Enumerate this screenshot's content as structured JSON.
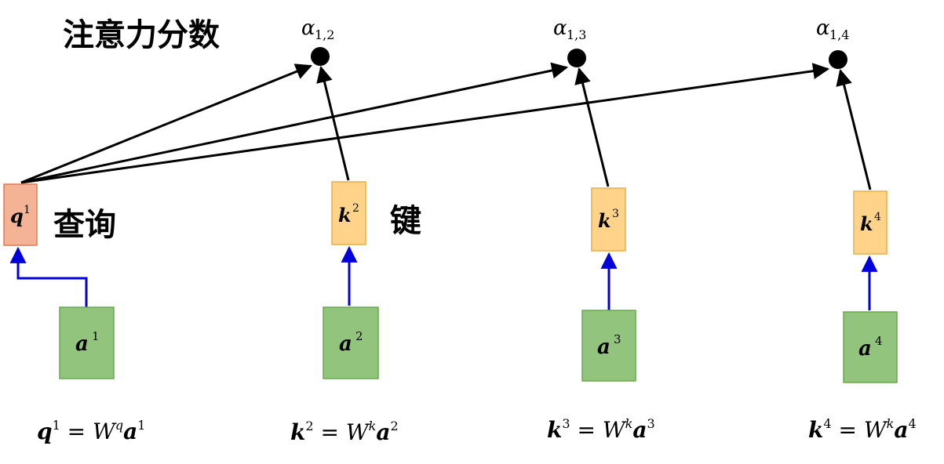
{
  "title": "注意力分数",
  "query_label": "查询",
  "key_label": "键",
  "colors": {
    "query_fill": "#f4b394",
    "query_stroke": "#e07a55",
    "key_fill": "#ffd48a",
    "key_stroke": "#e6b04a",
    "input_fill": "#93c47d",
    "input_stroke": "#6aa84f",
    "black_arrow": "#000000",
    "blue_arrow": "#0000dd"
  },
  "scores": [
    {
      "symbol": "α",
      "subscript": "1,2"
    },
    {
      "symbol": "α",
      "subscript": "1,3"
    },
    {
      "symbol": "α",
      "subscript": "1,4"
    }
  ],
  "query": {
    "symbol": "q",
    "sup": "1"
  },
  "keys": [
    {
      "symbol": "k",
      "sup": "2"
    },
    {
      "symbol": "k",
      "sup": "3"
    },
    {
      "symbol": "k",
      "sup": "4"
    }
  ],
  "inputs": [
    {
      "symbol": "a",
      "sup": "1"
    },
    {
      "symbol": "a",
      "sup": "2"
    },
    {
      "symbol": "a",
      "sup": "3"
    },
    {
      "symbol": "a",
      "sup": "4"
    }
  ],
  "equations": [
    {
      "lhs": "q",
      "lhs_sup": "1",
      "eq": " = ",
      "w": "W",
      "w_sup": "q",
      "rhs": "a",
      "rhs_sup": "1"
    },
    {
      "lhs": "k",
      "lhs_sup": "2",
      "eq": " = ",
      "w": "W",
      "w_sup": "k",
      "rhs": "a",
      "rhs_sup": "2"
    },
    {
      "lhs": "k",
      "lhs_sup": "3",
      "eq": " = ",
      "w": "W",
      "w_sup": "k",
      "rhs": "a",
      "rhs_sup": "3"
    },
    {
      "lhs": "k",
      "lhs_sup": "4",
      "eq": " = ",
      "w": "W",
      "w_sup": "k",
      "rhs": "a",
      "rhs_sup": "4"
    }
  ]
}
